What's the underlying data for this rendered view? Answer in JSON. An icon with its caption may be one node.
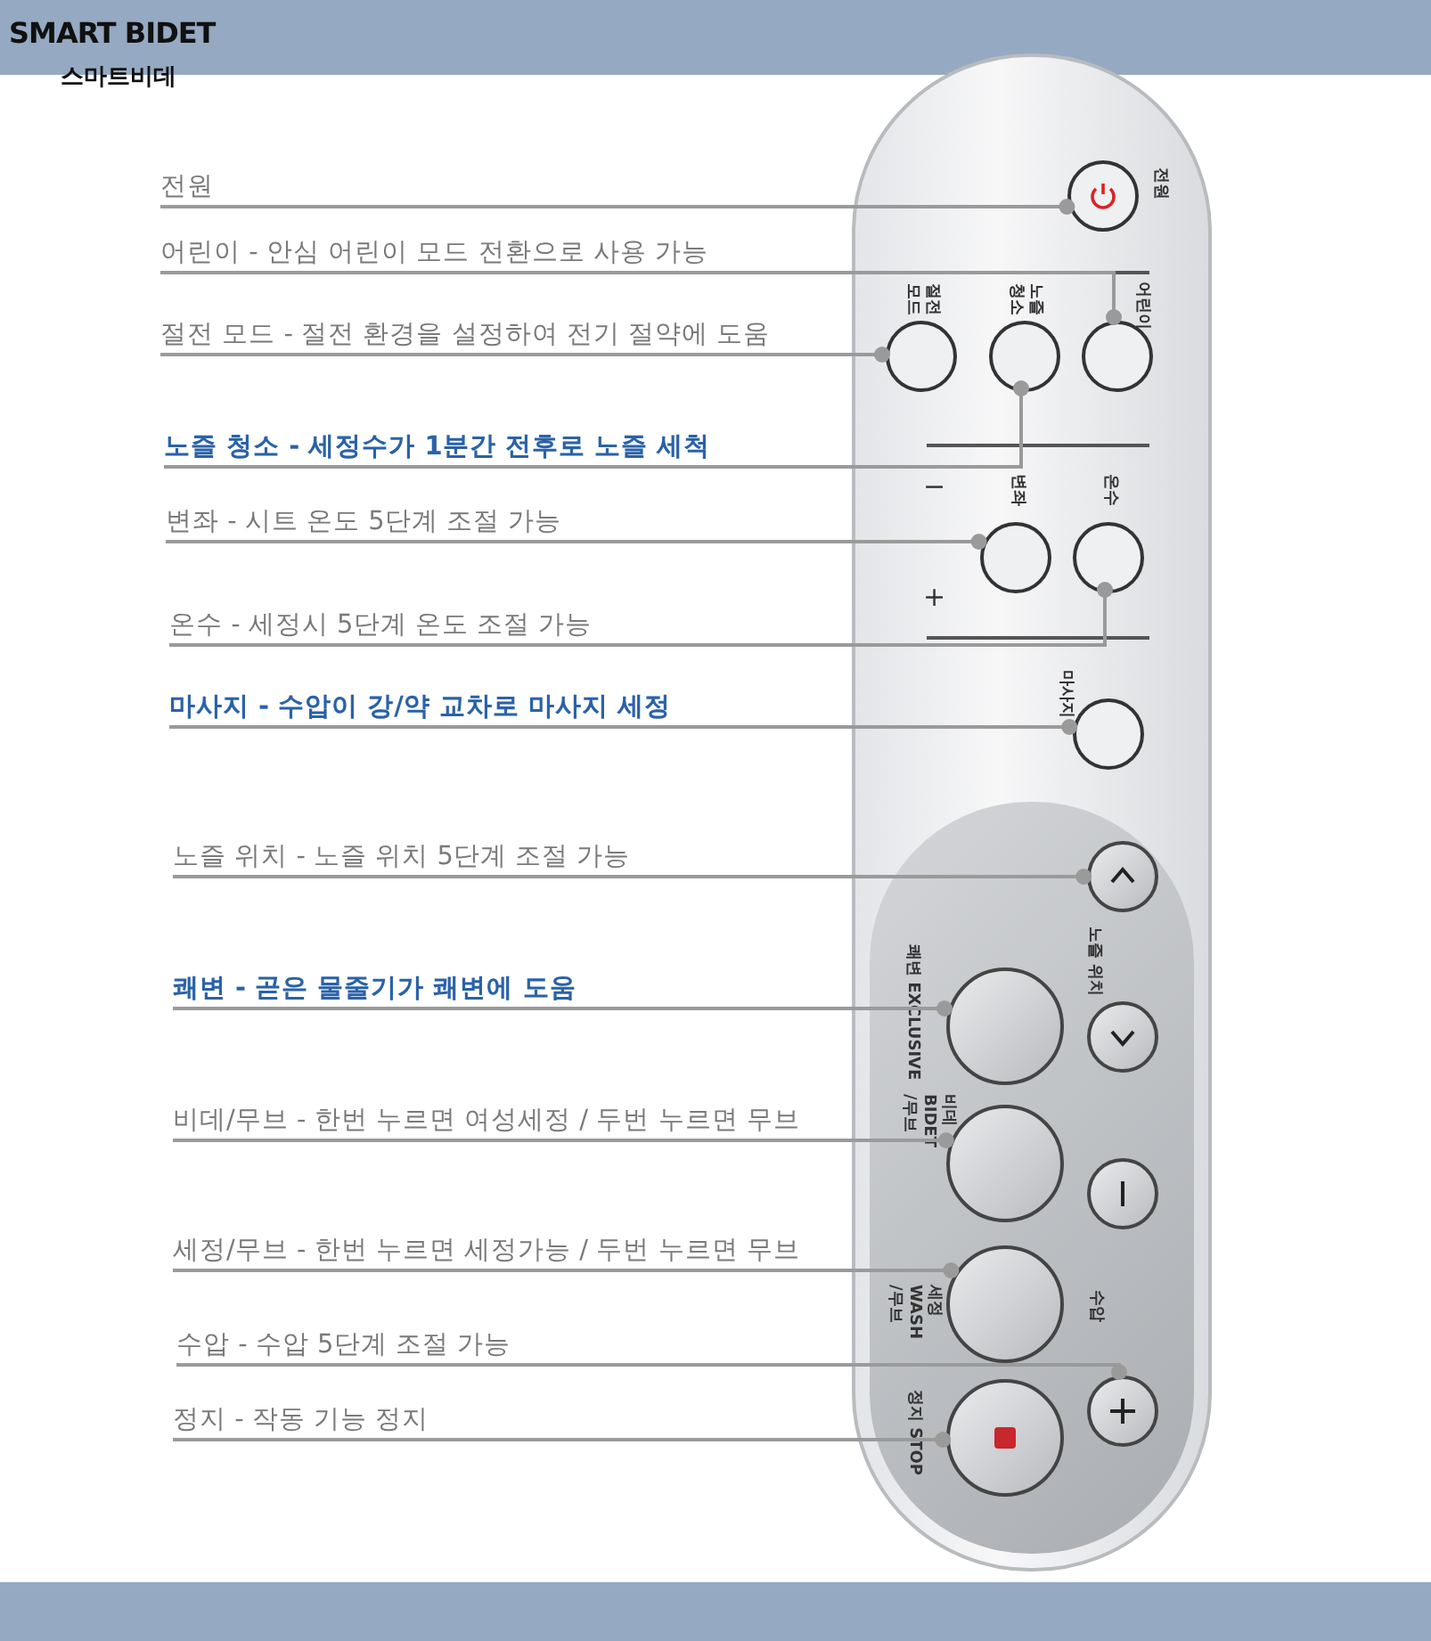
{
  "diagram": {
    "title": "SMART BIDET",
    "nodes": [
      {
        "text": [
          "전원"
        ]
      },
      {
        "text": [
          "어린이 - 안심 어린이 모드 전환으로 사용 가능"
        ]
      },
      {
        "text": [
          "절전 모드 - 절전 환경을 설정하여 전기 절약에 도움"
        ]
      },
      {
        "text": [
          "노즐 청소 - 세정수가 1분간 전후로 노즐 세척"
        ]
      },
      {
        "text": [
          "변좌 - 시트 온도 5단계 조절 가능"
        ]
      },
      {
        "text": [
          "온수 - 세정시 5단계 온도 조절 가능"
        ]
      },
      {
        "text": [
          "마사지 - 수압이 강/약 교차로 마사지 세정"
        ]
      },
      {
        "text": [
          "노즐 위치 - 노즐 위치 5단계 조절 가능"
        ]
      },
      {
        "text": [
          "쾌변 - 곧은 물줄기가 쾌변에 도움"
        ]
      },
      {
        "text": [
          "비데/무브 - 한번 누르면 여성세정 / 두번 누르면 무브"
        ]
      },
      {
        "text": [
          "세정/무브 - 한번 누르면 세정가능 / 두번 누르면 무브"
        ]
      },
      {
        "text": [
          "수압 - 수압 5단계 조절 가능"
        ]
      },
      {
        "text": [
          "정지 - 작동 기능 정지"
        ]
      },
      {
        "text": [],
        "shape": "box"
      },
      {
        "text": [],
        "shape": "circle",
        "in": 13,
        "beside": [
          "전원"
        ]
      },
      {
        "text": [],
        "shape": "circle",
        "in": 13,
        "beside": [
          "절전 모드"
        ]
      },
      {
        "text": [],
        "shape": "circle",
        "in": 13,
        "beside": [
          "노즐 청소"
        ]
      },
      {
        "text": [],
        "shape": "circle",
        "in": 13,
        "beside": [
          "어린이"
        ]
      },
      {
        "text": [],
        "shape": "circle",
        "in": 13,
        "beside": [
          "변좌"
        ]
      },
      {
        "text": [],
        "shape": "circle",
        "in": 13,
        "beside": [
          "온수"
        ]
      },
      {
        "text": [],
        "shape": "circle",
        "in": 13,
        "beside": [
          "마사지"
        ]
      },
      {
        "text": [],
        "shape": "circle",
        "in": 13
      },
      {
        "text": [],
        "shape": "circle",
        "in": 13,
        "beside": [
          "쾌변 EXCLUSIVE"
        ]
      },
      {
        "text": [],
        "shape": "circle",
        "in": 13
      },
      {
        "text": [],
        "shape": "circle",
        "in": 13,
        "beside": [
          "비데 BIDET /무브"
        ]
      },
      {
        "text": [],
        "shape": "circle",
        "in": 13
      },
      {
        "text": [],
        "shape": "circle",
        "in": 13,
        "beside": [
          "세정 WASH /무브"
        ]
      },
      {
        "text": [],
        "shape": "circle",
        "in": 13
      },
      {
        "text": [],
        "shape": "circle",
        "in": 13,
        "beside": [
          "정지 STOP"
        ]
      }
    ],
    "edges": [
      {
        "from": 0,
        "to": 14,
        "arrow": "other"
      },
      {
        "from": 1,
        "to": 17,
        "arrow": "other"
      },
      {
        "from": 2,
        "to": 15,
        "arrow": "other"
      },
      {
        "from": 3,
        "to": 16,
        "arrow": "other"
      },
      {
        "from": 4,
        "to": 18,
        "arrow": "other"
      },
      {
        "from": 5,
        "to": 19,
        "arrow": "other"
      },
      {
        "from": 6,
        "to": 20,
        "arrow": "other"
      },
      {
        "from": 7,
        "to": 21,
        "arrow": "other"
      },
      {
        "from": 8,
        "to": 22,
        "arrow": "other"
      },
      {
        "from": 9,
        "to": 24,
        "arrow": "other"
      },
      {
        "from": 10,
        "to": 26,
        "arrow": "other"
      },
      {
        "from": 11,
        "to": 27,
        "arrow": "other"
      },
      {
        "from": 12,
        "to": 28,
        "arrow": "other"
      }
    ],
    "labels": [
      "스마트비데",
      "−",
      "+",
      "노즐 위치",
      "수압"
    ]
  }
}
